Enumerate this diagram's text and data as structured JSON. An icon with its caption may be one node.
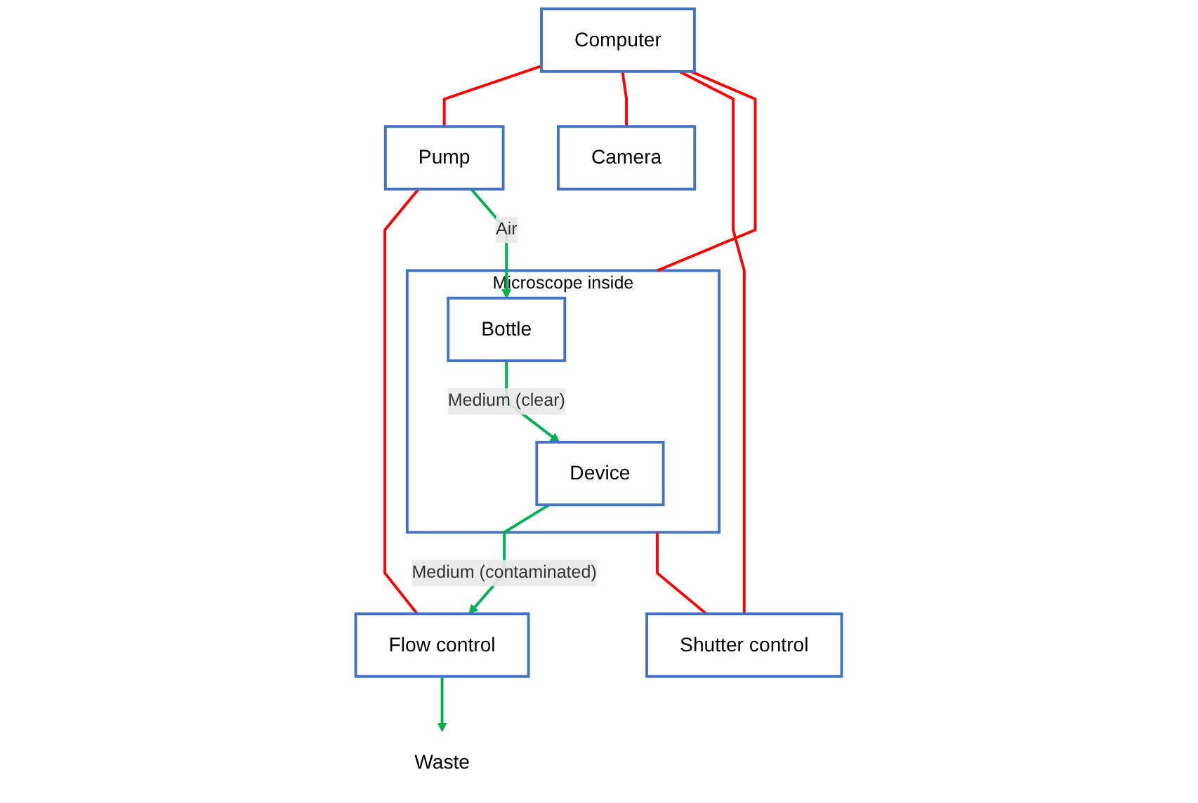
{
  "diagram": {
    "nodes": [
      {
        "text": [
          "Computer"
        ]
      },
      {
        "text": [
          "Waste"
        ]
      },
      {
        "text": [
          "Flow control"
        ]
      },
      {
        "text": [
          "Microscope inside"
        ]
      },
      {
        "text": [
          "Device"
        ],
        "in": 3
      },
      {
        "text": [
          "Camera"
        ]
      },
      {
        "text": [
          "Bottle"
        ],
        "in": 3
      },
      {
        "text": [
          "Pump"
        ]
      },
      {
        "text": [
          "Shutter control"
        ]
      }
    ],
    "edges": [
      {
        "from": 0,
        "to": 7,
        "arrow": "none"
      },
      {
        "from": 0,
        "to": 3,
        "arrow": "none"
      },
      {
        "from": 0,
        "to": 5,
        "arrow": "none"
      },
      {
        "from": 0,
        "to": 8,
        "arrow": "none"
      },
      {
        "from": 2,
        "to": 1,
        "arrow": "to",
        "color": "#00b050"
      },
      {
        "from": 4,
        "to": 2,
        "label": "Medium (contaminated)",
        "arrow": "to",
        "color": "#00b050"
      },
      {
        "from": 6,
        "to": 4,
        "label": "Medium (clear)",
        "arrow": "to",
        "color": "#00b050"
      },
      {
        "from": 7,
        "to": 2,
        "arrow": "none"
      },
      {
        "from": 7,
        "to": 6,
        "label": "Air",
        "arrow": "to",
        "color": "#00b050"
      },
      {
        "from": 3,
        "to": 8,
        "arrow": "none"
      }
    ]
  }
}
